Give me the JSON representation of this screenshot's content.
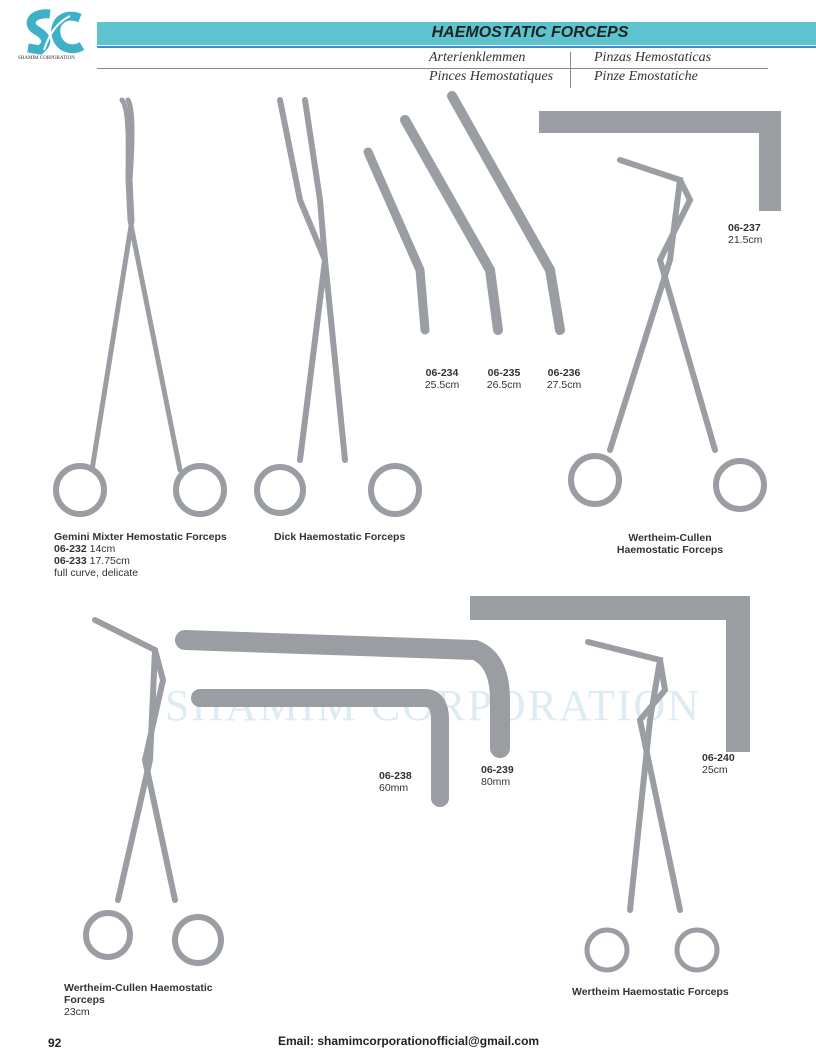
{
  "brand": {
    "logo_letters": "SC",
    "name": "SHAMIM CORPORATION",
    "watermark": "SHAMIM CORPORATION"
  },
  "header": {
    "title": "HAEMOSTATIC FORCEPS",
    "translations": {
      "german": "Arterienklemmen",
      "spanish": "Pinzas Hemostaticas",
      "french": "Pinces Hemostatiques",
      "italian": "Pinze Emostatiche"
    }
  },
  "products": [
    {
      "name": "Gemini Mixter Hemostatic Forceps",
      "variants": [
        {
          "code": "06-232",
          "size": "14cm"
        },
        {
          "code": "06-233",
          "size": "17.75cm"
        }
      ],
      "note": "full curve, delicate"
    },
    {
      "name": "Dick Haemostatic Forceps"
    },
    {
      "code": "06-234",
      "size": "25.5cm"
    },
    {
      "code": "06-235",
      "size": "26.5cm"
    },
    {
      "code": "06-236",
      "size": "27.5cm"
    },
    {
      "code": "06-237",
      "size": "21.5cm"
    },
    {
      "name_line1": "Wertheim-Cullen",
      "name_line2": "Haemostatic Forceps"
    },
    {
      "name_line1": "Wertheim-Cullen Haemostatic",
      "name_line2": "Forceps",
      "size": "23cm"
    },
    {
      "code": "06-238",
      "size": "60mm"
    },
    {
      "code": "06-239",
      "size": "80mm"
    },
    {
      "code": "06-240",
      "size": "25cm"
    },
    {
      "name": "Wertheim Haemostatic Forceps"
    }
  ],
  "footer": {
    "page_number": "92",
    "email": "Email: shamimcorporationofficial@gmail.com"
  }
}
